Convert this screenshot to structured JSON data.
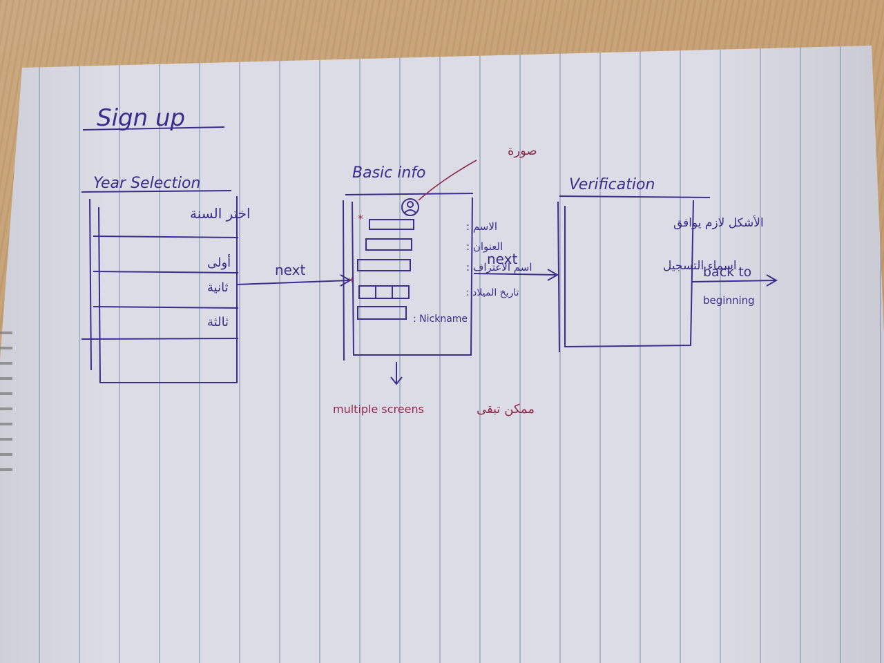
{
  "title": "Sign up",
  "screens": {
    "year_selection": {
      "heading": "Year Selection",
      "prompt": "اختر السنة",
      "options": [
        "أولى",
        "ثانية",
        "ثالثة"
      ]
    },
    "basic_info": {
      "heading": "Basic info",
      "photo_label": "صورة",
      "fields": [
        "الاسم :",
        "العنوان :",
        "اسم الاعتراف :",
        "تاريخ الميلاد :",
        ": Nickname"
      ],
      "note_en": "multiple screens",
      "note_ar": "ممكن تبقى"
    },
    "verification": {
      "heading": "Verification",
      "line1": "الأشكل لازم يوافق",
      "line2": "اسماء التسجيل"
    }
  },
  "arrows": {
    "next_1": "next",
    "next_2": "next",
    "back": "back to",
    "back_sub": "beginning"
  },
  "colors": {
    "ink": "#3a2d8c",
    "red_ink": "#8e2a4a",
    "paper": "#dcdce6",
    "table": "#c9a579"
  }
}
